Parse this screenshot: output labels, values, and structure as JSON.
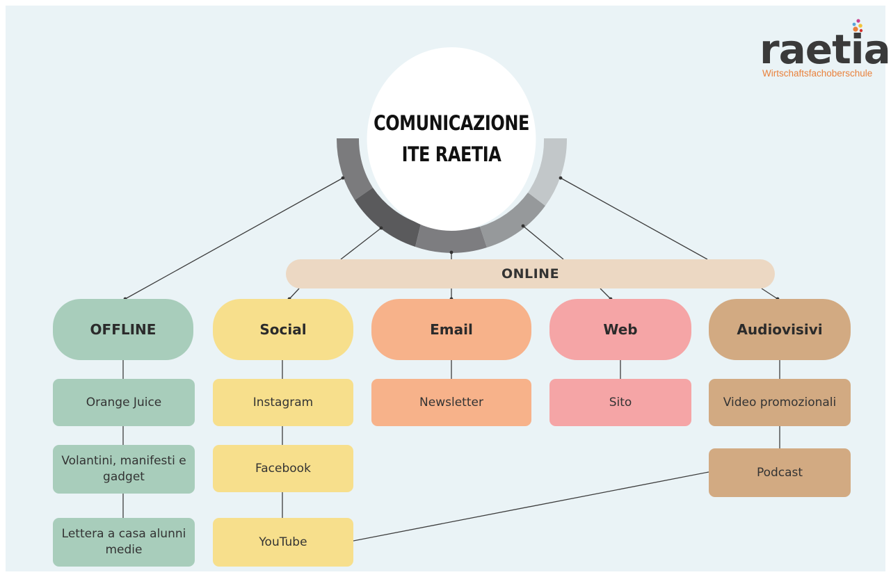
{
  "center": {
    "line1": "COMUNICAZIONE",
    "line2": "ITE RAETIA"
  },
  "online": "ONLINE",
  "logo": {
    "word": "raetia",
    "subtitle": "Wirtschaftsfachoberschule"
  },
  "columns": [
    {
      "category": "OFFLINE",
      "items": [
        "Orange Juice",
        "Volantini, manifesti e gadget",
        "Lettera a casa alunni medie"
      ]
    },
    {
      "category": "Social",
      "items": [
        "Instagram",
        "Facebook",
        "YouTube"
      ]
    },
    {
      "category": "Email",
      "items": [
        "Newsletter"
      ]
    },
    {
      "category": "Web",
      "items": [
        "Sito"
      ]
    },
    {
      "category": "Audiovisivi",
      "items": [
        "Video promozionali",
        "Podcast"
      ]
    }
  ],
  "colors": {
    "background": "#eaf3f6",
    "offline": "#a8cdbb",
    "social": "#f7df8c",
    "email": "#f7b28a",
    "web": "#f5a5a6",
    "audiovisivi": "#d2aa82",
    "online_bar": "#ecd8c3",
    "logo_accent": "#e9813b"
  }
}
